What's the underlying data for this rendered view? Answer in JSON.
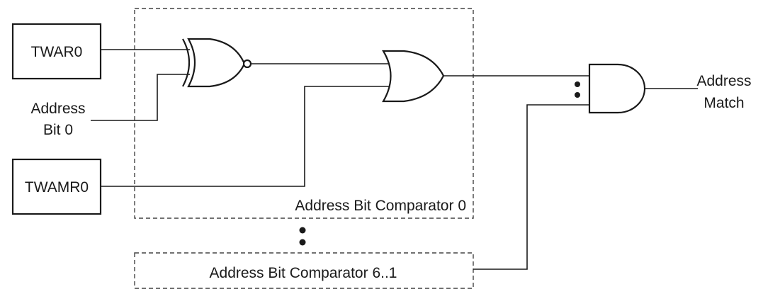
{
  "registers": {
    "twar0": "TWAR0",
    "twamr0": "TWAMR0"
  },
  "inputs": {
    "address_bit0_line1": "Address",
    "address_bit0_line2": "Bit 0"
  },
  "comparators": {
    "comparator0": "Address Bit Comparator 0",
    "comparator_rest": "Address Bit Comparator 6..1"
  },
  "output": {
    "line1": "Address",
    "line2": "Match"
  },
  "gates": [
    "xnor-gate",
    "or-gate",
    "and-gate"
  ]
}
